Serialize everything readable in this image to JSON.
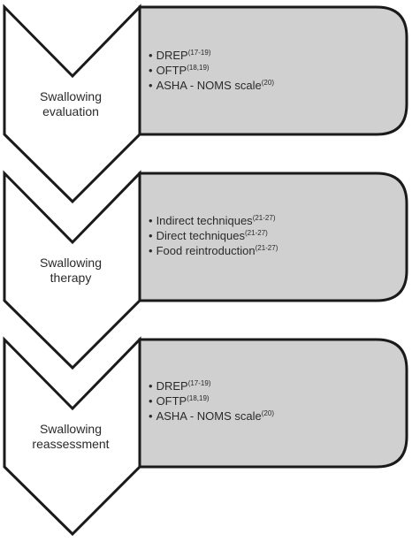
{
  "colors": {
    "chevron_fill": "#ffffff",
    "box_fill": "#d0d0d0",
    "stroke": "#1a1a1a",
    "text": "#2a2a2a"
  },
  "steps": [
    {
      "label_lines": [
        "Swallowing",
        "evaluation"
      ],
      "items": [
        {
          "text": "DREP",
          "ref": "(17-19)"
        },
        {
          "text": "OFTP",
          "ref": "(18,19)"
        },
        {
          "text": "ASHA - NOMS scale",
          "ref": "(20)"
        }
      ]
    },
    {
      "label_lines": [
        "Swallowing",
        "therapy"
      ],
      "items": [
        {
          "text": "Indirect techniques",
          "ref": "(21-27)"
        },
        {
          "text": "Direct techniques",
          "ref": "(21-27)"
        },
        {
          "text": "Food reintroduction",
          "ref": "(21-27)"
        }
      ]
    },
    {
      "label_lines": [
        "Swallowing",
        "reassessment"
      ],
      "items": [
        {
          "text": "DREP",
          "ref": "(17-19)"
        },
        {
          "text": "OFTP",
          "ref": "(18,19)"
        },
        {
          "text": "ASHA - NOMS scale",
          "ref": "(20)"
        }
      ]
    }
  ]
}
